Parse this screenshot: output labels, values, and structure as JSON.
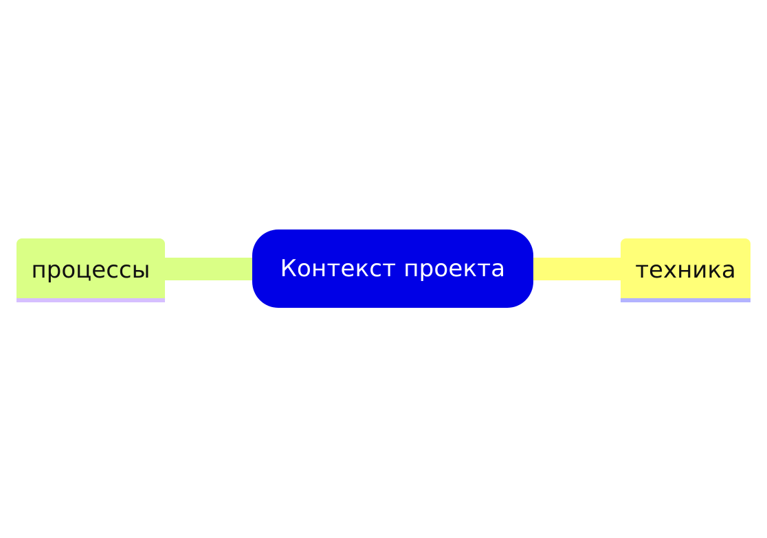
{
  "mindmap": {
    "central": {
      "label": "Контекст проекта",
      "fill": "#0000e6",
      "text_color": "#ffffff"
    },
    "branches": [
      {
        "label": "процессы",
        "side": "left",
        "fill": "#daff86",
        "underline": "#d6bfff",
        "connector": "#daff86",
        "text_color": "#111111"
      },
      {
        "label": "техника",
        "side": "right",
        "fill": "#ffff78",
        "underline": "#b3b3ff",
        "connector": "#ffff78",
        "text_color": "#111111"
      }
    ]
  }
}
